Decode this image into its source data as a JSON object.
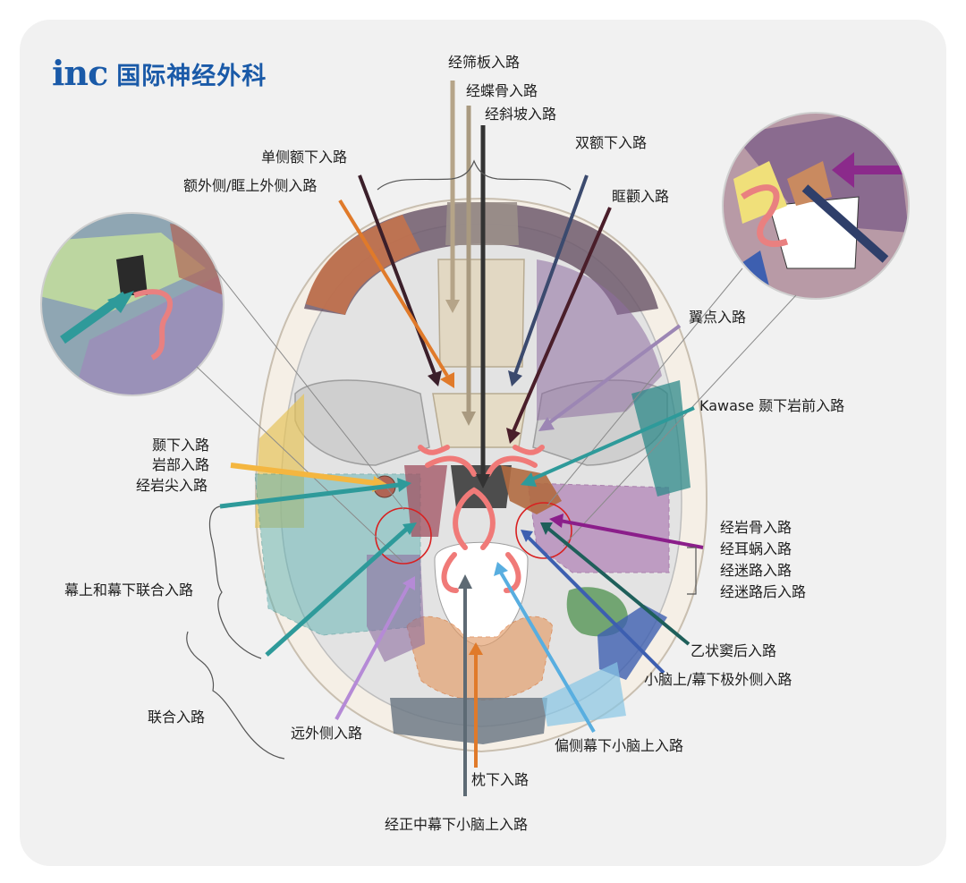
{
  "brand": {
    "mark": "inc",
    "name": "国际神经外科"
  },
  "labels": {
    "transethmoidal": "经筛板入路",
    "transsphenoidal": "经蝶骨入路",
    "transclival": "经斜坡入路",
    "unilateral_subfrontal": "单侧额下入路",
    "frontolateral_supraorbital": "额外侧/眶上外侧入路",
    "bifrontal": "双额下入路",
    "orbitozygomatic": "眶颧入路",
    "pterional": "翼点入路",
    "kawase": "Kawase 颞下岩前入路",
    "subtemporal": "颞下入路",
    "petrosal": "岩部入路",
    "transpetrous_apex": "经岩尖入路",
    "transpetrosal": "经岩骨入路",
    "transcochlear": "经耳蜗入路",
    "translabyrinthine": "经迷路入路",
    "retrolabyrinthine": "经迷路后入路",
    "combined_supra_infra": "幕上和幕下联合入路",
    "retrosigmoid": "乙状窦后入路",
    "supracerebellar_extreme_lateral": "小脑上/幕下极外侧入路",
    "combined": "联合入路",
    "far_lateral": "远外侧入路",
    "paramedian_supracerebellar": "偏侧幕下小脑上入路",
    "suboccipital": "枕下入路",
    "median_supracerebellar": "经正中幕下小脑上入路"
  },
  "colors": {
    "brand_blue": "#1a5aa8",
    "artery_red": "#f07a78",
    "highlight_circle": "#d82020"
  }
}
